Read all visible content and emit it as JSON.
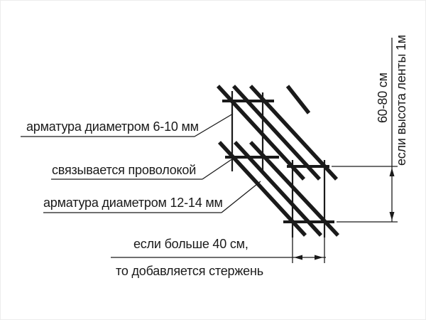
{
  "diagram": {
    "labels": {
      "thin_rebar": "арматура диаметром 6-10 мм",
      "wire_tie": "связывается проволокой",
      "main_rebar": "арматура диаметром 12-14 мм"
    },
    "bottom_note": {
      "line1": "если больше 40 см,",
      "line2": "то добавляется стержень"
    },
    "right_dimension": {
      "value": "60-80 см",
      "condition": "если высота ленты 1м"
    },
    "colors": {
      "line": "#1a1a1a",
      "background": "#ffffff"
    }
  }
}
